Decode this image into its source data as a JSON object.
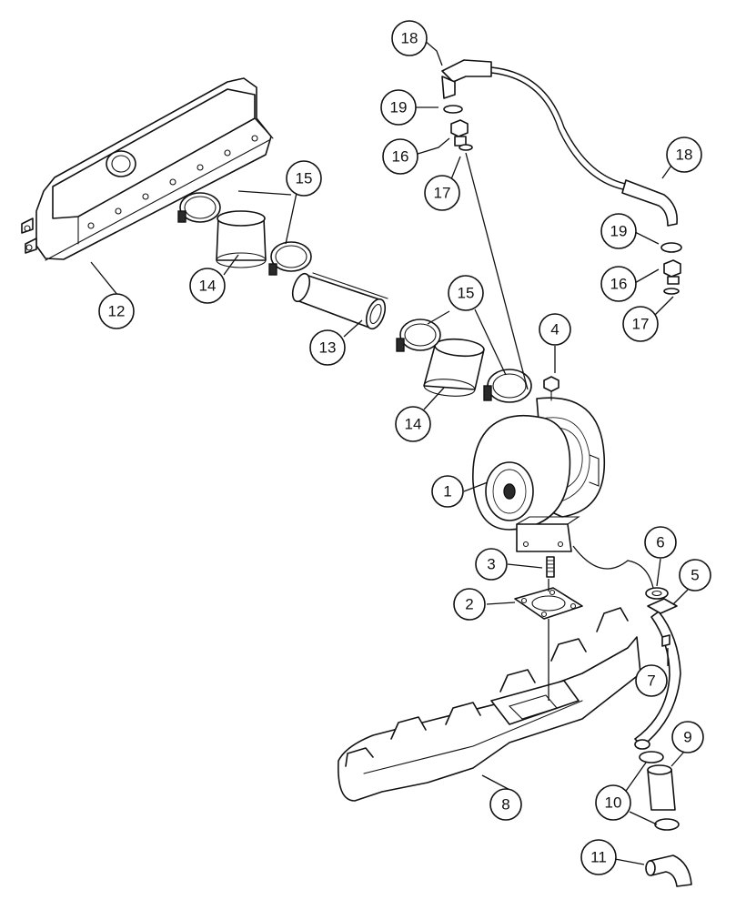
{
  "colors": {
    "ink": "#111111",
    "paper": "#ffffff"
  },
  "callouts": [
    {
      "id": "c1",
      "label": "1"
    },
    {
      "id": "c2",
      "label": "2"
    },
    {
      "id": "c3",
      "label": "3"
    },
    {
      "id": "c4",
      "label": "4"
    },
    {
      "id": "c5",
      "label": "5"
    },
    {
      "id": "c6",
      "label": "6"
    },
    {
      "id": "c7",
      "label": "7"
    },
    {
      "id": "c8",
      "label": "8"
    },
    {
      "id": "c9",
      "label": "9"
    },
    {
      "id": "c10",
      "label": "10"
    },
    {
      "id": "c11",
      "label": "11"
    },
    {
      "id": "c12",
      "label": "12"
    },
    {
      "id": "c13",
      "label": "13"
    },
    {
      "id": "c14a",
      "label": "14"
    },
    {
      "id": "c14b",
      "label": "14"
    },
    {
      "id": "c15a",
      "label": "15"
    },
    {
      "id": "c15b",
      "label": "15"
    },
    {
      "id": "c16a",
      "label": "16"
    },
    {
      "id": "c16b",
      "label": "16"
    },
    {
      "id": "c17a",
      "label": "17"
    },
    {
      "id": "c17b",
      "label": "17"
    },
    {
      "id": "c18a",
      "label": "18"
    },
    {
      "id": "c18b",
      "label": "18"
    },
    {
      "id": "c19a",
      "label": "19"
    },
    {
      "id": "c19b",
      "label": "19"
    }
  ]
}
